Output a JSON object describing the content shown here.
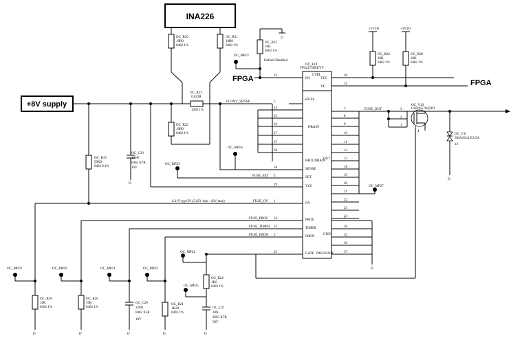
{
  "labels": {
    "ina226": "INA226",
    "supply": "+8V supply",
    "fpga_left": "FPGA",
    "fpga_right": "FPGA",
    "rail_a": "+3V3D",
    "rail_b": "+3V3D",
    "default_disabled": "Default Disabled",
    "vconv_sense": "VCONV_SENSE",
    "fuse_out": "FUSE_OUT",
    "fuse_set": "FUSE_SET",
    "fuse_ov": "FUSE_OV",
    "fuse_prog": "FUSE_PROG",
    "fuse_timer": "FUSE_TIMER",
    "fuse_imon": "FUSE_IMON",
    "ov_note": "6.31V typ OV (5.62V min - 10V max)",
    "d_label": "D"
  },
  "ic": {
    "ref": "OC_F10",
    "part": "TPS24750RUVT",
    "ctrl": "CTRL",
    "efuse": "eFUSE",
    "pins": {
      "en": "EN",
      "flt": "FLT",
      "pg": "PG",
      "drain": "DRAIN",
      "pad1_drain": "PAD1/DRAIN",
      "sense": "SENSE",
      "set": "SET",
      "vcc": "VCC",
      "ov": "OV",
      "prog": "PROG",
      "timer": "TIMER",
      "imon": "IMON",
      "gate": "GATE",
      "pad2_gnd": "PAD2/GND",
      "out": "OUT",
      "gnd": "GND"
    },
    "left_nums": [
      "33",
      "5",
      "14",
      "15",
      "16",
      "17",
      "27",
      "38",
      "26",
      "3",
      "29",
      "1",
      "34",
      "35",
      "2",
      "25"
    ],
    "right_nums": [
      "30",
      "31",
      "7",
      "8",
      "9",
      "10",
      "11",
      "12",
      "13",
      "18",
      "19",
      "20",
      "21",
      "22",
      "23",
      "24",
      "4",
      "28",
      "32",
      "36",
      "37"
    ]
  },
  "parts": {
    "r30": [
      "OC_R30",
      "10R0",
      "0402 1%"
    ],
    "r31": [
      "OC_R31",
      "10R0",
      "0402 1%"
    ],
    "r25": [
      "OC_R25",
      "10K",
      "0402 1%"
    ],
    "r23": [
      "OC_R23",
      "0.022R",
      "1206 1%"
    ],
    "r22": [
      "OC_R22",
      "10R0",
      "0402 1%"
    ],
    "r19": [
      "OC_R19",
      "59K0",
      "0402 0.1%"
    ],
    "c19": [
      "OC_C19",
      "100N",
      "0402 X7R",
      "16V"
    ],
    "r26": [
      "OC_R26",
      "10K",
      "0402 1%"
    ],
    "r28": [
      "OC_R28",
      "10K",
      "0402 1%"
    ],
    "v10": [
      "OC_V10",
      "CSD16570Q5BT"
    ],
    "v11": [
      "OC_V11",
      "SMAJ12A-E3/5A",
      "12"
    ],
    "r18": [
      "OC_R18",
      "10K",
      "0402 1%"
    ],
    "r20": [
      "OC_R20",
      "10K",
      "0402 1%"
    ],
    "c20": [
      "OC_C20",
      "220N",
      "0402 X5R",
      "10V"
    ],
    "r21": [
      "OC_R21",
      "1K20",
      "0402 1%"
    ],
    "r24": [
      "OC_R24",
      "1K0",
      "0402 1%"
    ],
    "c21": [
      "OC_C21",
      "10N",
      "0603 X7R",
      "50V"
    ]
  },
  "testpoints": {
    "mp13": "OC_MP13",
    "mp18": "OC_MP18",
    "mp23": "OC_MP23",
    "mp27": "OC_MP27",
    "mp19": "OC_MP19",
    "mp20": "OC_MP20",
    "mp21": "OC_MP21",
    "mp22": "OC_MP22",
    "mp24": "OC_MP24",
    "mp25": "OC_MP25"
  },
  "mosfet_pins": [
    "1",
    "2",
    "3",
    "4"
  ]
}
